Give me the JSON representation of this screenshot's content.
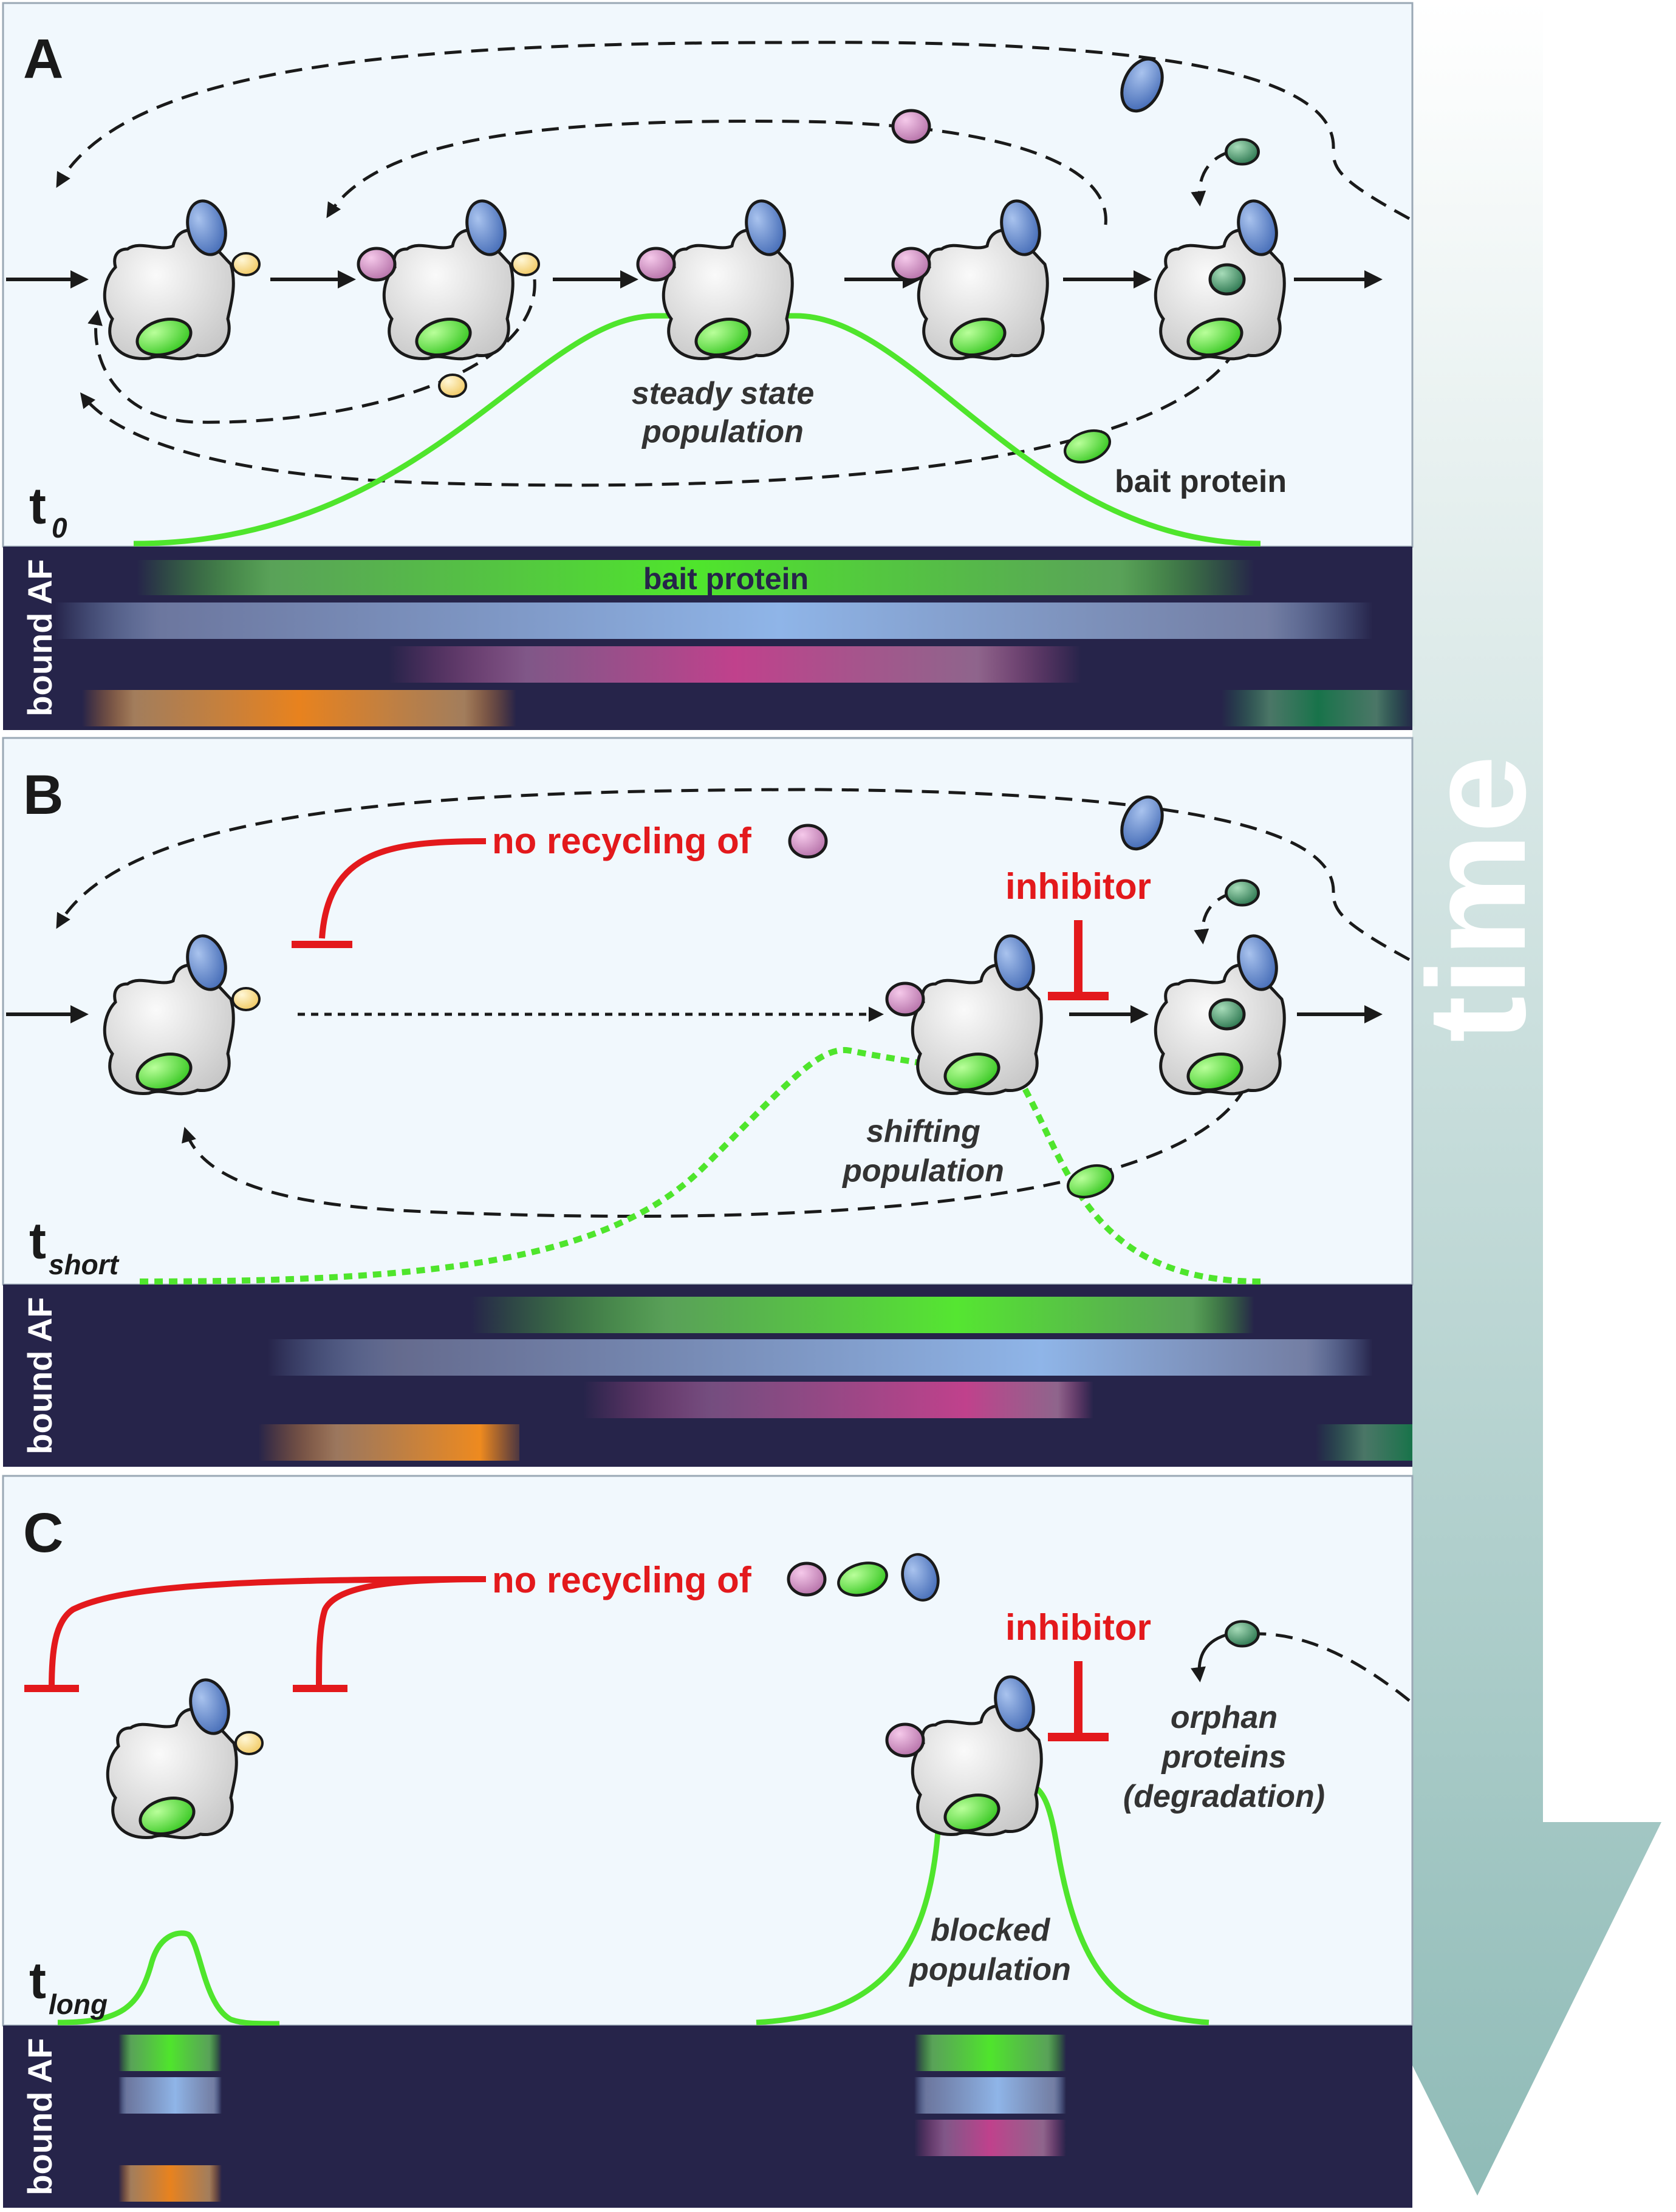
{
  "time_label": "time",
  "panels": [
    {
      "letter": "A",
      "t_label": "t",
      "t_sub": "0",
      "population_label": [
        "steady state",
        "population"
      ],
      "bait_label": "bait protein",
      "band_label": "bound AF",
      "band_inline_label": "bait protein"
    },
    {
      "letter": "B",
      "t_label": "t",
      "t_sub": "short",
      "recycling_label": "no recycling of",
      "inhibitor_label": "inhibitor",
      "population_label": [
        "shifting",
        "population"
      ],
      "band_label": "bound AF"
    },
    {
      "letter": "C",
      "t_label": "t",
      "t_sub": "long",
      "recycling_label": "no recycling of",
      "inhibitor_label": "inhibitor",
      "orphan_label": [
        "orphan",
        "proteins",
        "(degradation)"
      ],
      "population_label": [
        "blocked",
        "population"
      ],
      "band_label": "bound AF"
    }
  ],
  "colors": {
    "panel_bg": "#f1f8fd",
    "band_bg": "#26244a",
    "bait_green": "#4fe52c",
    "blue_subunit": "#5b82c9",
    "pink_subunit": "#c97ab8",
    "yellow_subunit": "#ffe08a",
    "dark_green_subunit": "#2f8a5c",
    "inhibitor_red": "#e3191c",
    "orange_band": "#e8821e",
    "time_arrow": "#8fbbb7"
  }
}
